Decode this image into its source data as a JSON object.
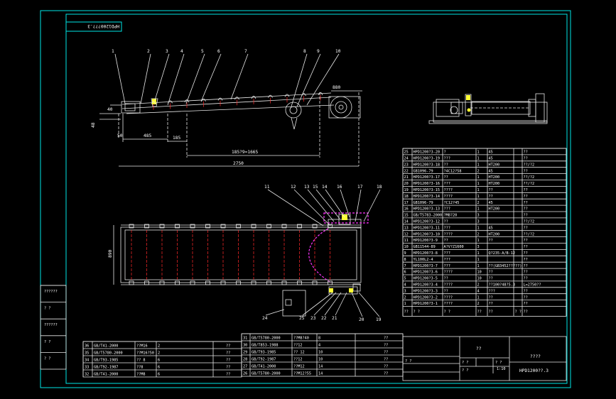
{
  "drawing_no_rotated": "HPD1200???.3",
  "balloons_top": [
    "1",
    "2",
    "3",
    "4",
    "5",
    "6",
    "7",
    "8",
    "9",
    "10"
  ],
  "balloons_bottom": [
    "11",
    "12",
    "13",
    "15",
    "14",
    "16",
    "17",
    "18",
    "24",
    "25",
    "23",
    "22",
    "21",
    "20",
    "19"
  ],
  "dims": {
    "h40": "40",
    "h48": "48",
    "d50": "50",
    "d485": "485",
    "d185": "185",
    "pitch": "185?9=1665",
    "total": "2750",
    "width": "890",
    "d880": "880"
  },
  "left_stamp": [
    "??????",
    "?  ?",
    "??????",
    "?  ?",
    "?  ?"
  ],
  "parts_right": [
    [
      "25",
      "HPD1200?3-20",
      "?",
      "1",
      "45",
      "",
      "??"
    ],
    [
      "24",
      "HPD1200?3-19",
      "???",
      "1",
      "45",
      "",
      "??"
    ],
    [
      "23",
      "HPD1200?3-18",
      "??",
      "1",
      "HT200",
      "",
      "??/?2"
    ],
    [
      "22",
      "GB1096-79",
      "?4C12?58",
      "2",
      "45",
      "",
      "??"
    ],
    [
      "21",
      "HPD1200?3-17",
      "??",
      "1",
      "HT200",
      "",
      "??/?2"
    ],
    [
      "20",
      "HPD1200?3-16",
      "???",
      "1",
      "HT200",
      "",
      "??/?2"
    ],
    [
      "19",
      "HPD1200?3-15",
      "????",
      "1",
      "??",
      "",
      "??"
    ],
    [
      "18",
      "HPD1200?3-14",
      "????",
      "1",
      "??",
      "",
      "??"
    ],
    [
      "17",
      "GB1096-79",
      "?C12?45",
      "2",
      "45",
      "",
      "??"
    ],
    [
      "16",
      "HPD1200?3-13",
      "???",
      "1",
      "HT200",
      "",
      "??"
    ],
    [
      "15",
      "GB/T5783-2000",
      "?M8?20",
      "3",
      "",
      "",
      "??"
    ],
    [
      "14",
      "HPD1200?3-12",
      "??",
      "3",
      "",
      "",
      "??/?2"
    ],
    [
      "13",
      "HPD1200?3-11",
      "???",
      "1",
      "45",
      "",
      "??"
    ],
    [
      "12",
      "HPD1200?3-10",
      "????",
      "2",
      "HT200",
      "",
      "??/?2"
    ],
    [
      "11",
      "HPD1200?3-9",
      "??",
      "1",
      "??",
      "",
      "??"
    ],
    [
      "10",
      "GB11544-89",
      "A?V?Z1600",
      "3",
      "",
      "",
      "??"
    ],
    [
      "9",
      "HPD1200?3-8",
      "???",
      "1",
      "Q?235-A/B-12",
      "",
      "??"
    ],
    [
      "8",
      "YL100L2-4",
      "???",
      "1",
      "",
      "",
      "??"
    ],
    [
      "7",
      "HPD1200?3-7",
      "???",
      "1",
      "??(GB3452?????)",
      "",
      "??"
    ],
    [
      "6",
      "HPD1200?3-6",
      "????",
      "10",
      "??",
      "",
      "??"
    ],
    [
      "5",
      "HPD1200?3-5",
      "??",
      "10",
      "??",
      "",
      "??"
    ],
    [
      "4",
      "HPD1200?3-4",
      "????",
      "2",
      "??100?48?5.3",
      "",
      "L=2750??"
    ],
    [
      "3",
      "HPD1200?3-3",
      "??",
      "4",
      "???",
      "",
      "??"
    ],
    [
      "2",
      "HPD1200?3-2",
      "????",
      "1",
      "??",
      "",
      "??"
    ],
    [
      "1",
      "HPD1200?3-1",
      "????",
      "2",
      "??",
      "",
      "??"
    ]
  ],
  "parts_header": [
    "??",
    "?  ?",
    "?  ?",
    "??",
    "??",
    "? ?",
    "??"
  ],
  "title_block": {
    "name": "??",
    "drawing_no": "HPD1200??.3",
    "company": "????",
    "scale": "1:10",
    "sheet": "?  ?",
    "small_a": "? ?",
    "small_b": "? ?",
    "small_c": "? ?"
  },
  "parts_bottom_left": [
    [
      "36",
      "GB/T41-2000",
      "??M16",
      "2",
      "",
      "??"
    ],
    [
      "35",
      "GB/T5780-2000",
      "??M16?50",
      "2",
      "",
      "??"
    ],
    [
      "34",
      "GB/T93-1985",
      "?? 8",
      "6",
      "",
      "??"
    ],
    [
      "33",
      "GB/T92-1987",
      "??8",
      "6",
      "",
      "??"
    ],
    [
      "32",
      "GB/T41-2000",
      "??M8",
      "6",
      "",
      "??"
    ]
  ],
  "parts_bottom_mid": [
    [
      "31",
      "GB/T5780-2000",
      "??M8?40",
      "8",
      "??"
    ],
    [
      "30",
      "GB/T853-1988",
      "??12",
      "4",
      "??"
    ],
    [
      "29",
      "GB/T93-1985",
      "?? 12",
      "10",
      "??"
    ],
    [
      "28",
      "GB/T92-1987",
      "??12",
      "10",
      "??"
    ],
    [
      "27",
      "GB/T41-2000",
      "??M12",
      "14",
      "??"
    ],
    [
      "26",
      "GB/T5780-2000",
      "??M12?55",
      "14",
      "??"
    ]
  ]
}
